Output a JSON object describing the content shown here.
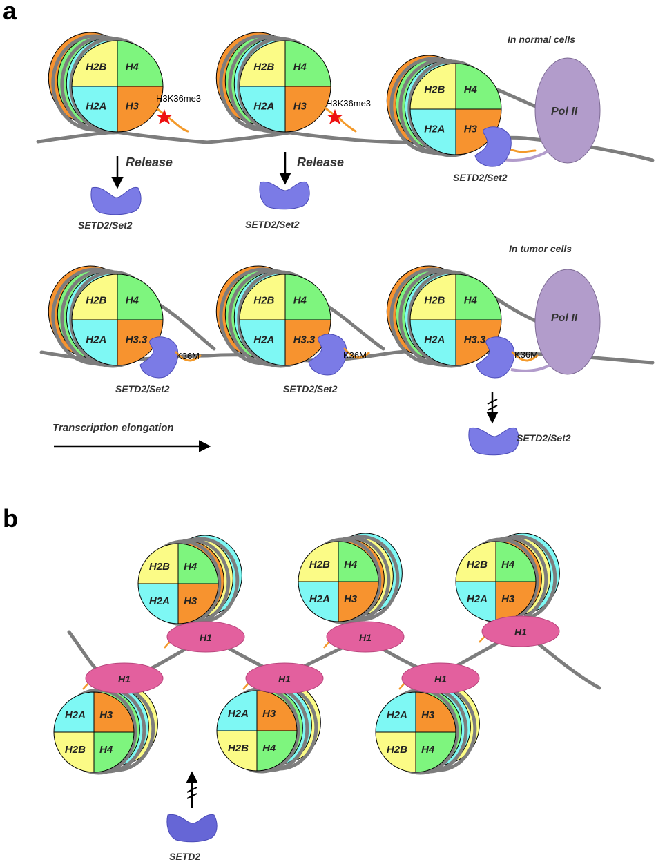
{
  "figure": {
    "panel_a_letter": "a",
    "panel_b_letter": "b",
    "normal_cells_label": "In normal cells",
    "tumor_cells_label": "In tumor cells",
    "release_label": "Release",
    "enzyme_label": "SETD2/Set2",
    "enzyme_short_label": "SETD2",
    "pol_label": "Pol II",
    "methyl_mark": "H3K36me3",
    "mutation_mark": "K36M",
    "elongation_label": "Transcription elongation",
    "linker_histone": "H1",
    "histones": {
      "h2a": "H2A",
      "h2b": "H2B",
      "h3": "H3",
      "h33": "H3.3",
      "h4": "H4"
    }
  },
  "colors": {
    "h2a": "#7ef8f4",
    "h2b": "#fbfb86",
    "h3": "#f7932f",
    "h4": "#7ef57e",
    "enzyme": "#7b7be6",
    "pol_ii": "#b29ccb",
    "h1": "#e3609e",
    "dna": "#7d7d7d",
    "tail": "#f39a2b",
    "methyl_star": "#ee1111"
  },
  "icons": [
    "nucleosome-icon",
    "setd2-enzyme-icon",
    "pol-ii-icon",
    "methyl-star-icon",
    "blocked-arrow-icon"
  ]
}
